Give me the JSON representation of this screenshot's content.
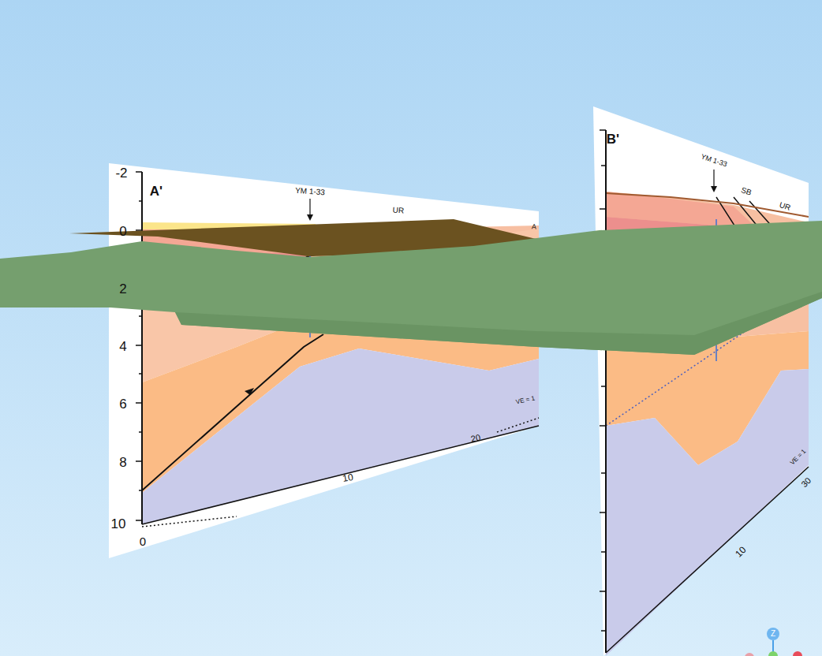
{
  "diagram": {
    "labels": [
      "-2",
      "0",
      "2",
      "4",
      "6",
      "8",
      "10",
      "0",
      "10",
      "20",
      "A'",
      "YM 1-33",
      "UR",
      "VE = 1",
      "A",
      "B'",
      "YM 1-33",
      "SB",
      "UR",
      "VE = 1",
      "10",
      "30",
      "Z"
    ]
  }
}
